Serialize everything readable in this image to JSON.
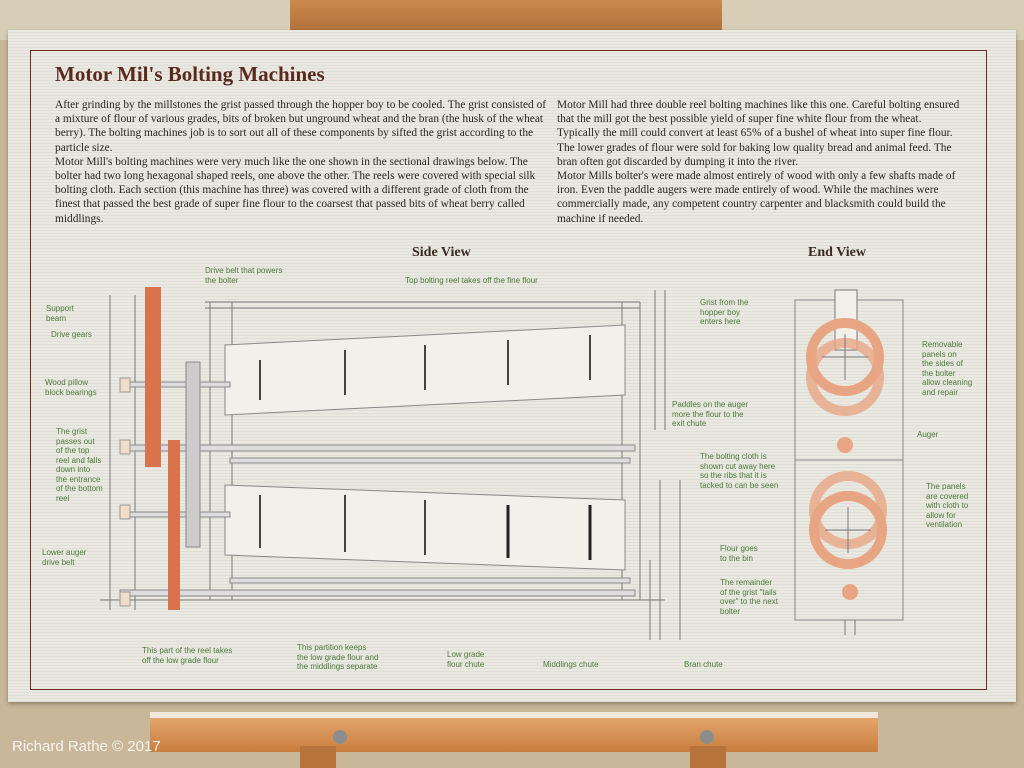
{
  "sign": {
    "title": "Motor Mil's Bolting Machines",
    "left_paragraphs": [
      "After grinding by the millstones the grist passed through the hopper boy to be cooled. The grist consisted of a mixture of flour of various grades, bits of broken but unground wheat and the bran (the husk of the wheat berry).  The bolting machines job is to sort out all of these components by sifted the grist according to the particle size.",
      "Motor Mill's bolting machines were very much like the one shown in the sectional drawings below.  The bolter had two long hexagonal shaped reels, one above the other.  The reels were covered with special silk bolting cloth.  Each section (this machine has three) was covered with a different grade of cloth from the finest that passed the best grade of super fine flour to the coarsest that passed bits of wheat berry called middlings."
    ],
    "right_paragraphs": [
      "Motor Mill had three double reel bolting machines like this one.  Careful bolting ensured that the mill got the best possible yield of super fine white flour from the wheat.  Typically the mill could convert at least 65% of a bushel of wheat into super fine flour.  The lower grades of flour were sold for baking low quality bread and animal feed.  The bran often got discarded by dumping it into the river.",
      "Motor Mills bolter's were made almost entirely of wood with only a few shafts made of iron.  Even the paddle augers were made entirely of wood. While the machines were commercially made, any competent country carpenter and blacksmith could build the machine if needed."
    ],
    "side_view": "Side View",
    "end_view": "End View",
    "labels": {
      "drive_belt": "Drive belt that powers\nthe bolter",
      "top_reel": "Top bolting reel takes off the fine flour",
      "support_beam": "Support\nbeam",
      "drive_gears": "Drive gears",
      "pillow_block": "Wood pillow\nblock bearings",
      "grist_passes": "The grist\npasses out\nof the top\nreel and falls\ndown into\nthe entrance\nof the bottom\nreel",
      "lower_auger": "Lower auger\ndrive belt",
      "grist_from": "Grist from the\nhopper boy\nenters here",
      "paddles": "Paddles on the auger\nmore the flour to the\nexit chute",
      "bolting_cloth": "The bolting cloth is\nshown cut away here\nso the ribs that it is\ntacked to can be seen",
      "flour_goes": "Flour goes\nto the bin",
      "remainder": "The remainder\nof the grist \"tails\nover\" to the next\nbolter",
      "reel_low_grade": "This part of the reel takes\noff the low grade flour",
      "partition": "This partition keeps\nthe low grade flour and\nthe middlings separate",
      "low_grade_chute": "Low grade\nflour chute",
      "middlings_chute": "Middlings chute",
      "bran_chute": "Bran chute",
      "removable_panels": "Removable\npanels on\nthe sides of\nthe bolter\nallow cleaning\nand repair",
      "auger": "Auger",
      "panels_cloth": "The panels\nare covered\nwith cloth to\nallow for\nventilation"
    }
  },
  "watermark": "Richard Rathe © 2017",
  "colors": {
    "title": "#5a2a1e",
    "label": "#4d7a3a",
    "belt": "#d9734e",
    "reel": "#e8a584"
  }
}
